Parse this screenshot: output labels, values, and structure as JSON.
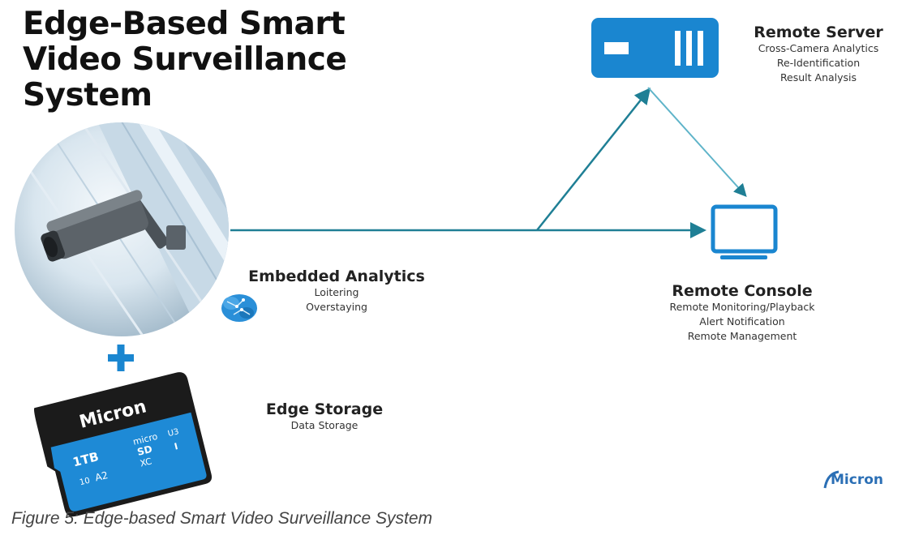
{
  "title": [
    "Edge-Based Smart",
    "Video Surveillance",
    "System"
  ],
  "remote_server": {
    "heading": "Remote Server",
    "items": [
      "Cross-Camera Analytics",
      "Re-Identification",
      "Result Analysis"
    ]
  },
  "remote_console": {
    "heading": "Remote Console",
    "items": [
      "Remote Monitoring/Playback",
      "Alert Notification",
      "Remote Management"
    ]
  },
  "embedded_analytics": {
    "heading": "Embedded Analytics",
    "items": [
      "Loitering",
      "Overstaying"
    ]
  },
  "edge_storage": {
    "heading": "Edge Storage",
    "items": [
      "Data Storage"
    ]
  },
  "sd_card": {
    "brand": "Micron",
    "capacity": "1TB",
    "format_lines": [
      "micro",
      "SD",
      "XC"
    ],
    "class_mark": "U3",
    "speed_mark": "A2",
    "uhs_mark": "I",
    "class10_mark": "10"
  },
  "logo": {
    "text": "Micron"
  },
  "caption": "Figure 5: Edge-based Smart Video Surveillance System",
  "colors": {
    "accent_blue": "#1a86d0",
    "line_teal": "#1f7f95",
    "card_blue": "#1e8ad6",
    "logo_blue": "#2b6fb5"
  },
  "icons": [
    "camera-photo",
    "server-icon",
    "monitor-icon",
    "brain-icon",
    "plus-icon",
    "sd-card-image",
    "micron-logo"
  ]
}
